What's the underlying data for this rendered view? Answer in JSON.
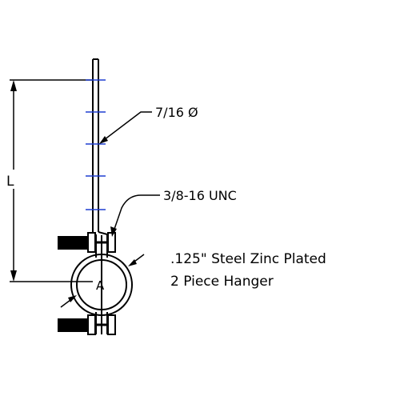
{
  "labels": {
    "length": "L",
    "hole_size": "7/16 Ø",
    "thread": "3/8-16 UNC",
    "material": ".125\" Steel Zinc Plated",
    "description": "2 Piece Hanger",
    "pipe": "A"
  },
  "colors": {
    "line": "#000000",
    "holes": "#1f3fd1",
    "background": "#ffffff"
  }
}
